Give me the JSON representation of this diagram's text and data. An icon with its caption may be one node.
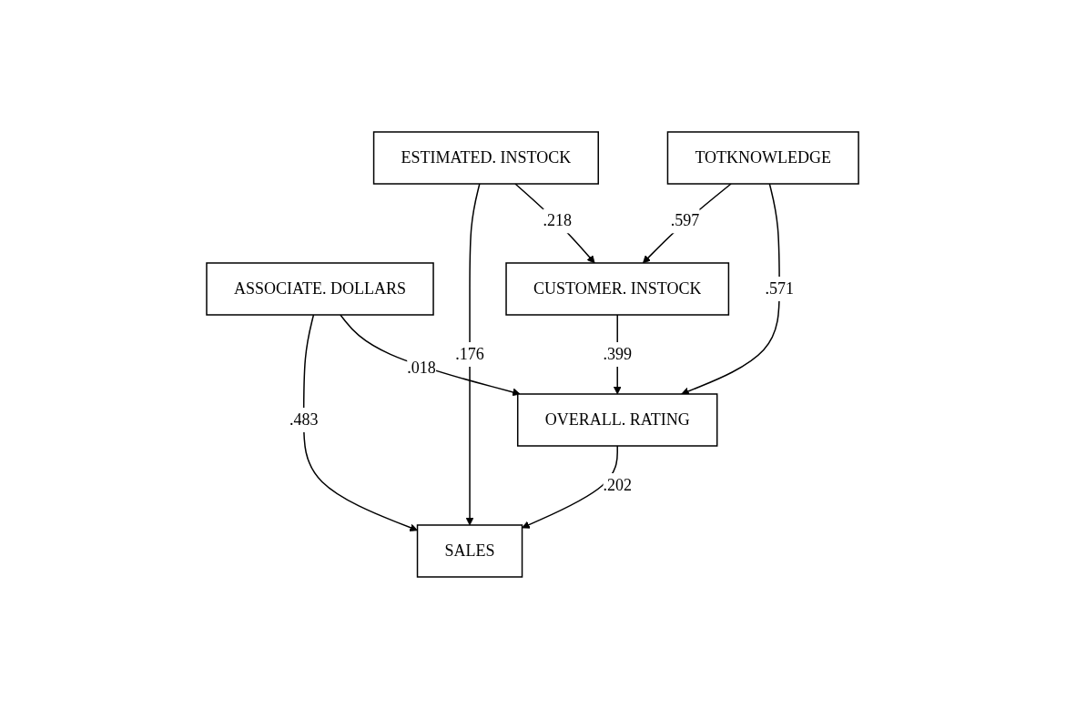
{
  "diagram": {
    "nodes": [
      {
        "text": [
          "ASSOCIATE. DOLLARS"
        ]
      },
      {
        "text": [
          "ESTIMATED. INSTOCK"
        ]
      },
      {
        "text": [
          "SALES"
        ]
      },
      {
        "text": [
          "CUSTOMER. INSTOCK"
        ]
      },
      {
        "text": [
          "TOTKNOWLEDGE"
        ]
      },
      {
        "text": [
          "OVERALL. RATING"
        ]
      }
    ],
    "edges": [
      {
        "from": 0,
        "to": 2,
        "arrow": "to",
        "label": ".483"
      },
      {
        "from": 1,
        "to": 2,
        "arrow": "to",
        "label": ".176"
      },
      {
        "from": 1,
        "to": 3,
        "arrow": "to",
        "label": ".218"
      },
      {
        "from": 4,
        "to": 3,
        "arrow": "to",
        "label": ".597"
      },
      {
        "from": 3,
        "to": 5,
        "arrow": "to",
        "label": ".399"
      },
      {
        "from": 4,
        "to": 5,
        "arrow": "to",
        "label": ".571"
      },
      {
        "from": 5,
        "to": 2,
        "arrow": "to",
        "label": ".202"
      },
      {
        "from": 0,
        "to": 5,
        "arrow": "to",
        "label": ".018"
      }
    ]
  }
}
